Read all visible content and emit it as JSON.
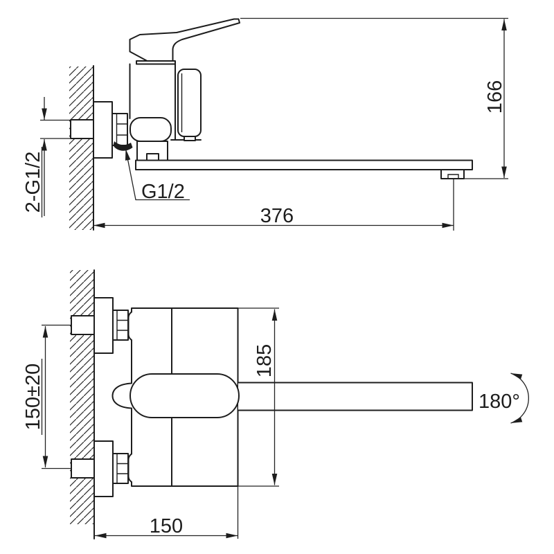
{
  "drawing": {
    "background": "#ffffff",
    "line_color": "#1d1d1d",
    "labels": {
      "height": "166",
      "reach": "376",
      "thread": "G1/2",
      "connections": "2-G1/2",
      "pipe_spacing": "150±20",
      "body_height": "185",
      "width": "150",
      "swivel": "180°"
    }
  }
}
